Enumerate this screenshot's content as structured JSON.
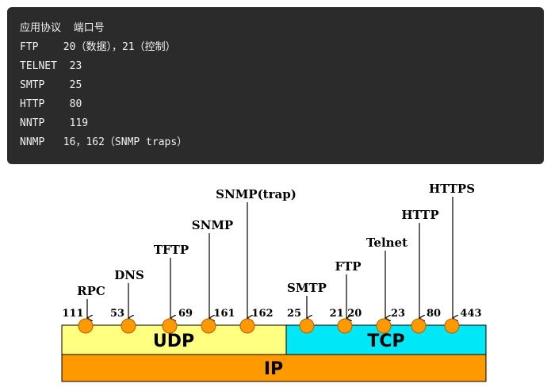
{
  "code": {
    "header": "应用协议  端口号",
    "rows": [
      "FTP    20（数据），21（控制）",
      "TELNET  23",
      "SMTP    25",
      "HTTP    80",
      "NNTP    119",
      "NNMP   16，162（SNMP traps）"
    ]
  },
  "diagram": {
    "layers": {
      "ip": "IP",
      "udp": "UDP",
      "tcp": "TCP"
    },
    "colors": {
      "ip": "#ff9900",
      "udp": "#ffff80",
      "tcp": "#00e8f8",
      "port": "#ff9900"
    },
    "udp_protocols": [
      {
        "name": "RPC",
        "port": "111"
      },
      {
        "name": "DNS",
        "port": "53"
      },
      {
        "name": "TFTP",
        "port": "69"
      },
      {
        "name": "SNMP",
        "port": "161"
      },
      {
        "name": "SNMP(trap)",
        "port": "162"
      }
    ],
    "tcp_protocols": [
      {
        "name": "SMTP",
        "port": "25"
      },
      {
        "name": "FTP",
        "port": "21 20"
      },
      {
        "name": "Telnet",
        "port": "23"
      },
      {
        "name": "HTTP",
        "port": "80"
      },
      {
        "name": "HTTPS",
        "port": "443"
      }
    ]
  }
}
